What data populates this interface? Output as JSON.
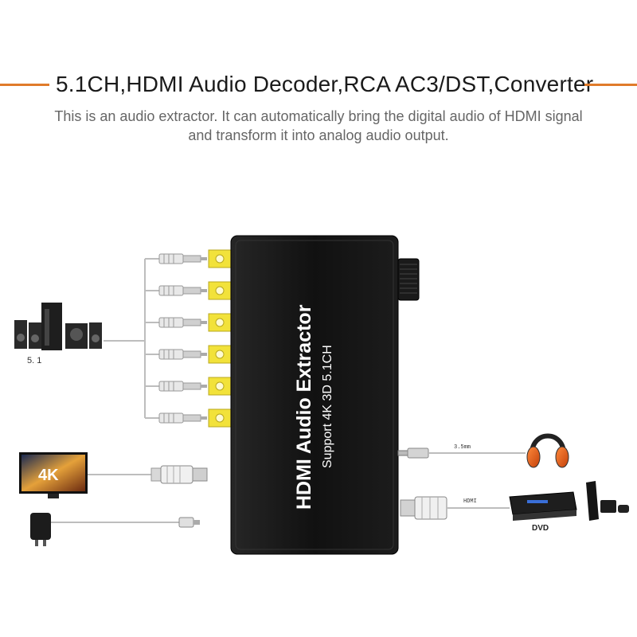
{
  "header": {
    "title": "5.1CH,HDMI Audio Decoder,RCA AC3/DST,Converter",
    "subtitle_line1": "This is an audio extractor. It can automatically bring the digital audio of HDMI signal",
    "subtitle_line2": "and transform it into analog audio output."
  },
  "device": {
    "name": "HDMI Audio Extractor",
    "support": "Support 4K 3D 5.1CH"
  },
  "labels": {
    "speakers": "5. 1",
    "tv_badge": "4K",
    "jack": "3.5mm",
    "hdmi": "HDMI",
    "dvd": "DVD"
  },
  "colors": {
    "accent": "#e07b2a",
    "device_body": "#141414",
    "rca_port": "#f2e23a",
    "cable": "#bdbdbd"
  }
}
